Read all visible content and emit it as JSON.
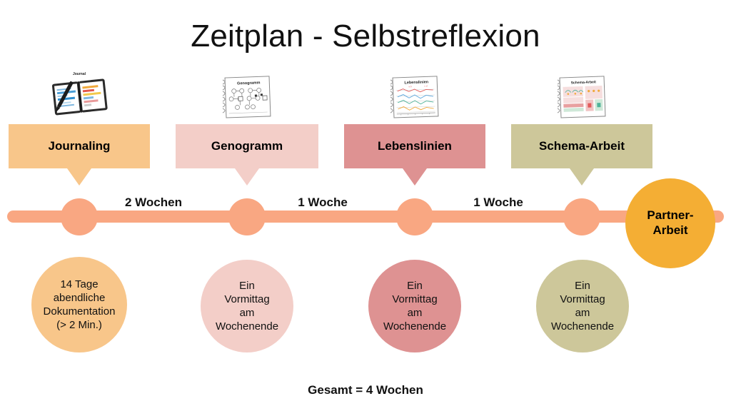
{
  "title": "Zeitplan - Selbstreflexion",
  "footer": {
    "total_label": "Gesamt = 4 Wochen"
  },
  "colors": {
    "timeline": "#F9A782",
    "step1": "#F8C68A",
    "step2": "#F3CEC8",
    "step3": "#DE9292",
    "step4": "#CDC79A",
    "end": "#F4AE34",
    "detail1": "#F8C68A",
    "detail2": "#F3CEC8",
    "detail3": "#DE9292",
    "detail4": "#CDC79A"
  },
  "milestones": [
    {
      "label": "Journaling",
      "icon": "journal-notebook-icon",
      "icon_caption": "Journal",
      "color": "#F8C68A",
      "detail": "14 Tage\nabendliche\nDokumentation\n(> 2 Min.)",
      "detail_color": "#F8C68A"
    },
    {
      "label": "Genogramm",
      "icon": "genogram-notebook-icon",
      "icon_caption": "Genogramm",
      "color": "#F3CEC8",
      "detail": "Ein\nVormittag\nam\nWochenende",
      "detail_color": "#F3CEC8"
    },
    {
      "label": "Lebenslinien",
      "icon": "lifeline-chart-notebook-icon",
      "icon_caption": "Lebenslinien",
      "color": "#DE9292",
      "detail": "Ein\nVormittag\nam\nWochenende",
      "detail_color": "#DE9292"
    },
    {
      "label": "Schema-Arbeit",
      "icon": "schema-worksheet-notebook-icon",
      "icon_caption": "Schema-Arbeit",
      "color": "#CDC79A",
      "detail": "Ein\nVormittag\nam\nWochenende",
      "detail_color": "#CDC79A"
    }
  ],
  "gaps": [
    {
      "label": "2 Wochen"
    },
    {
      "label": "1 Woche"
    },
    {
      "label": "1 Woche"
    }
  ],
  "end_node": {
    "label": "Partner-\nArbeit",
    "color": "#F4AE34"
  }
}
